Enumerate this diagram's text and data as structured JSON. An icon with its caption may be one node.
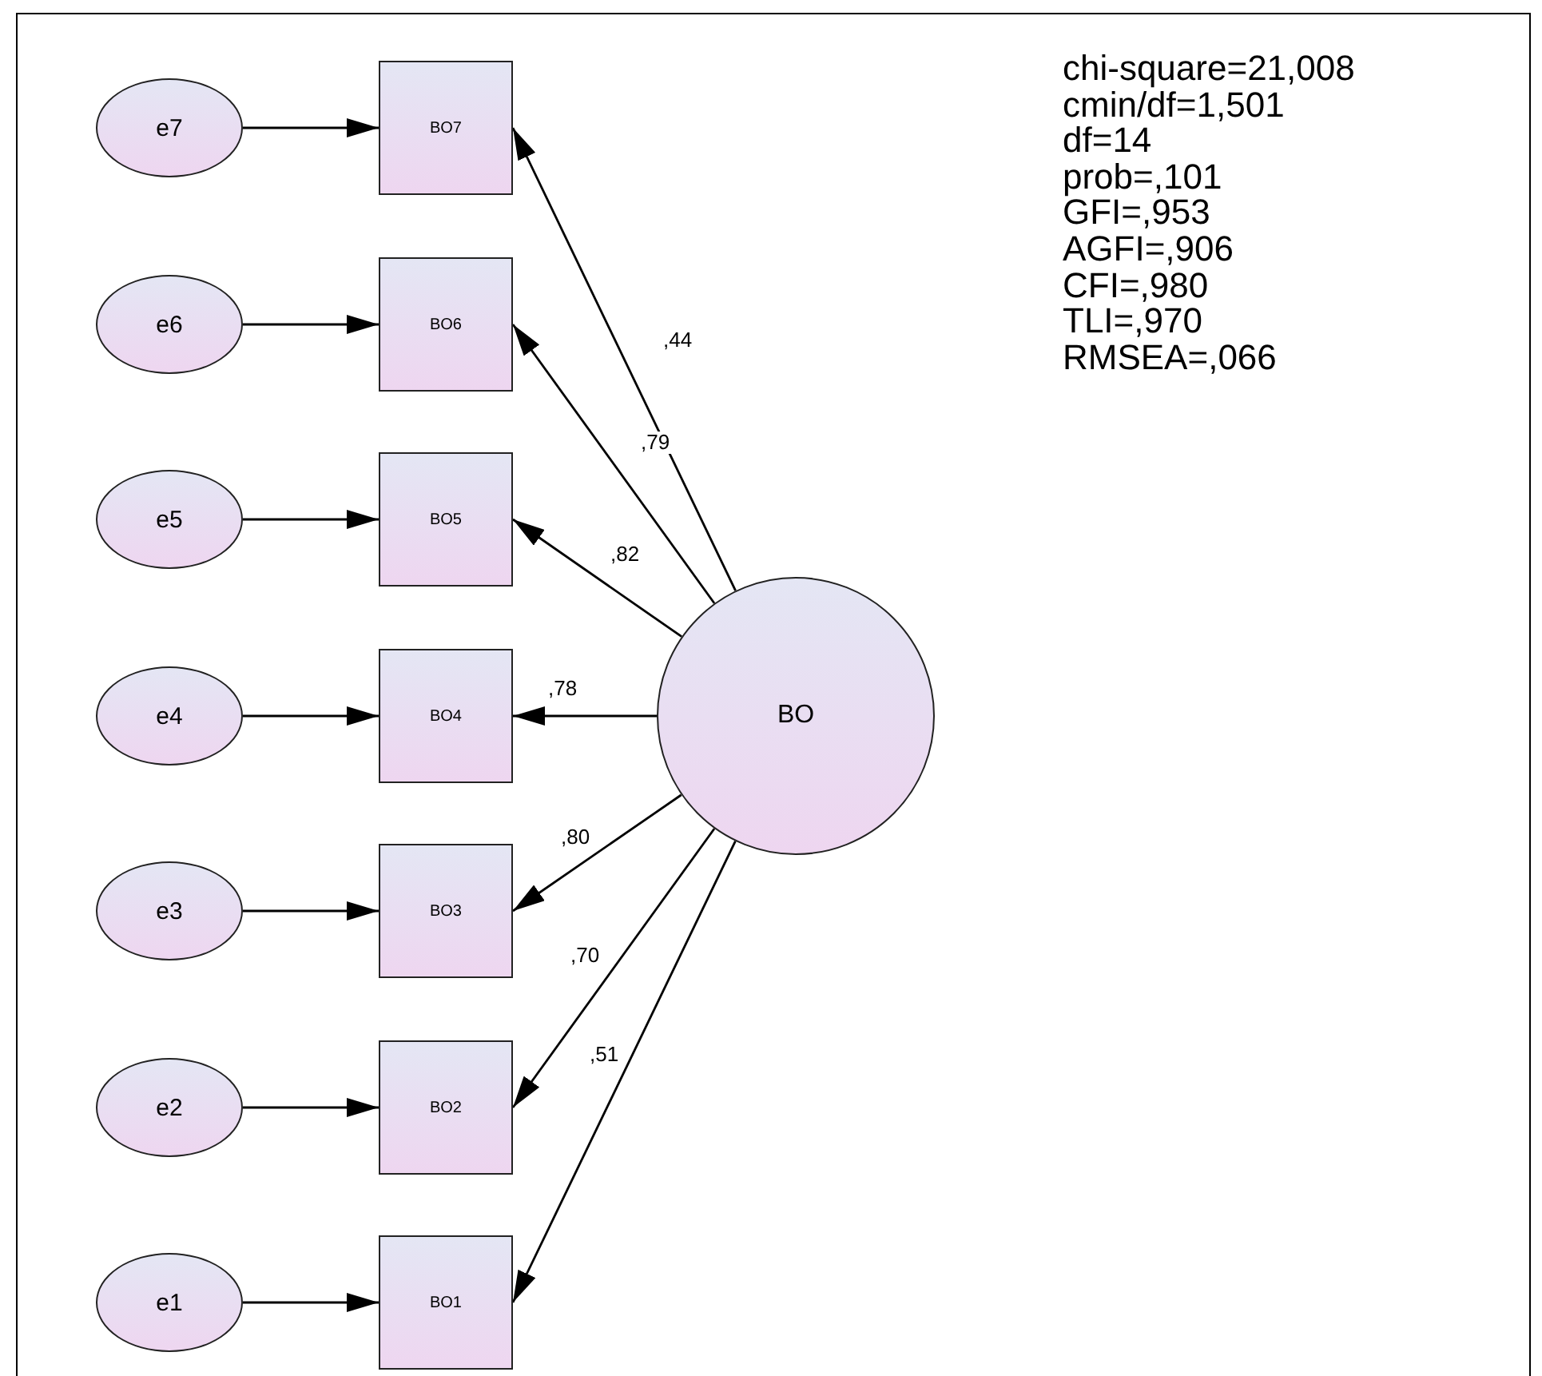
{
  "diagram": {
    "nodes": [
      {
        "text": [
          "e7"
        ]
      },
      {
        "text": [
          "e6"
        ]
      },
      {
        "text": [
          "e5"
        ]
      },
      {
        "text": [
          "e4"
        ]
      },
      {
        "text": [
          "e3"
        ]
      },
      {
        "text": [
          "e2"
        ]
      },
      {
        "text": [
          "e1"
        ]
      },
      {
        "text": [
          "BO7"
        ]
      },
      {
        "text": [
          "BO6"
        ]
      },
      {
        "text": [
          "BO5"
        ]
      },
      {
        "text": [
          "BO4"
        ]
      },
      {
        "text": [
          "BO3"
        ]
      },
      {
        "text": [
          "BO2"
        ]
      },
      {
        "text": [
          "BO1"
        ]
      },
      {
        "text": [
          "BO"
        ]
      }
    ],
    "edges": [
      {
        "from": 0,
        "to": 7,
        "arrow": "to"
      },
      {
        "from": 1,
        "to": 8,
        "arrow": "to"
      },
      {
        "from": 2,
        "to": 9,
        "arrow": "to"
      },
      {
        "from": 3,
        "to": 10,
        "arrow": "to"
      },
      {
        "from": 4,
        "to": 11,
        "arrow": "to"
      },
      {
        "from": 5,
        "to": 12,
        "arrow": "to"
      },
      {
        "from": 6,
        "to": 13,
        "arrow": "to"
      },
      {
        "from": 14,
        "to": 7,
        "arrow": "to",
        "label": ",44"
      },
      {
        "from": 14,
        "to": 8,
        "arrow": "to",
        "label": ",79"
      },
      {
        "from": 14,
        "to": 9,
        "arrow": "to",
        "label": ",82"
      },
      {
        "from": 14,
        "to": 10,
        "arrow": "to",
        "label": ",78"
      },
      {
        "from": 14,
        "to": 11,
        "arrow": "to",
        "label": ",80"
      },
      {
        "from": 14,
        "to": 12,
        "arrow": "to",
        "label": ",70"
      },
      {
        "from": 14,
        "to": 13,
        "arrow": "to",
        "label": ",51"
      }
    ],
    "labels": [
      "chi-square=21,008",
      "cmin/df=1,501",
      "df=14",
      "prob=,101",
      "GFI=,953",
      "AGFI=,906",
      "CFI=,980",
      "TLI=,970",
      "RMSEA=,066"
    ]
  }
}
